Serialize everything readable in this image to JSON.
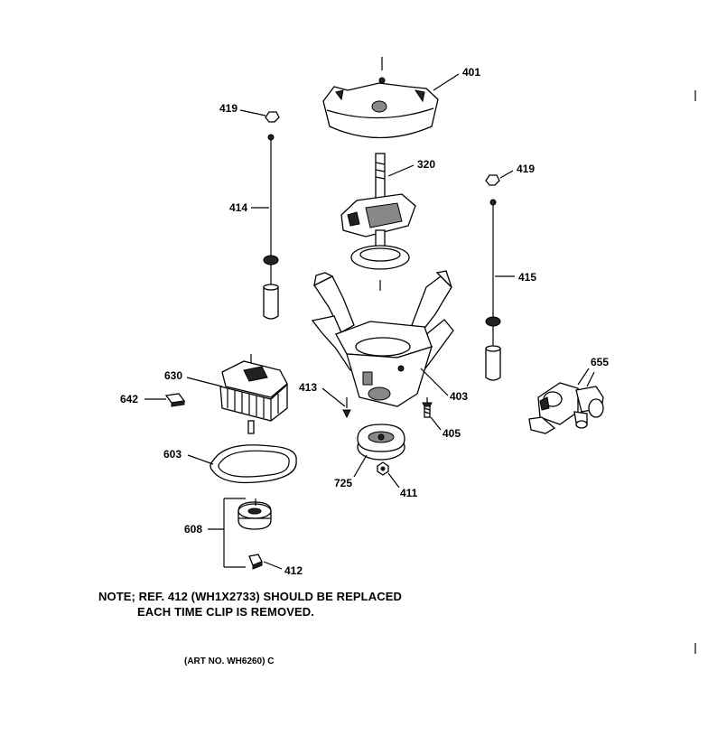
{
  "diagram": {
    "callouts": {
      "401": "401",
      "419a": "419",
      "419b": "419",
      "320": "320",
      "414": "414",
      "415": "415",
      "630": "630",
      "642": "642",
      "413": "413",
      "403": "403",
      "405": "405",
      "655": "655",
      "603": "603",
      "725": "725",
      "411": "411",
      "608": "608",
      "412": "412"
    },
    "note_line1": "NOTE; REF. 412 (WH1X2733) SHOULD BE REPLACED",
    "note_line2": "EACH TIME CLIP IS REMOVED.",
    "art_number": "(ART NO. WH6260) C"
  }
}
